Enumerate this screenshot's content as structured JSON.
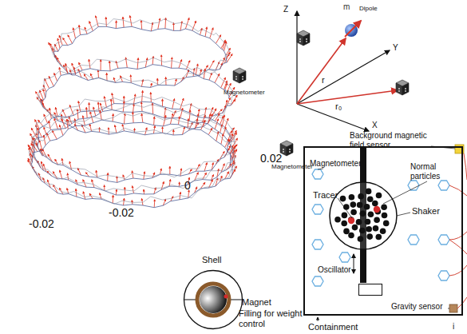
{
  "diagram": {
    "nodes": [
      {
        "text": [
          "Shell"
        ]
      },
      {
        "text": [
          "Containment"
        ]
      },
      {
        "text": [
          "Oscillator"
        ],
        "in": 1
      }
    ],
    "labels": [
      "-0.02",
      "-0.02",
      "0",
      "0.02",
      "Magnetometer",
      "Magnetometer",
      "m",
      "Dipole",
      "Z",
      "Y",
      "X",
      "r",
      "r₀",
      "Magnet",
      "Filling for weight control",
      "Background magnetic field sensor",
      "Magnetometer",
      "Normal particles",
      "Tracer",
      "Shaker",
      "Gravity sensor",
      "i"
    ]
  }
}
